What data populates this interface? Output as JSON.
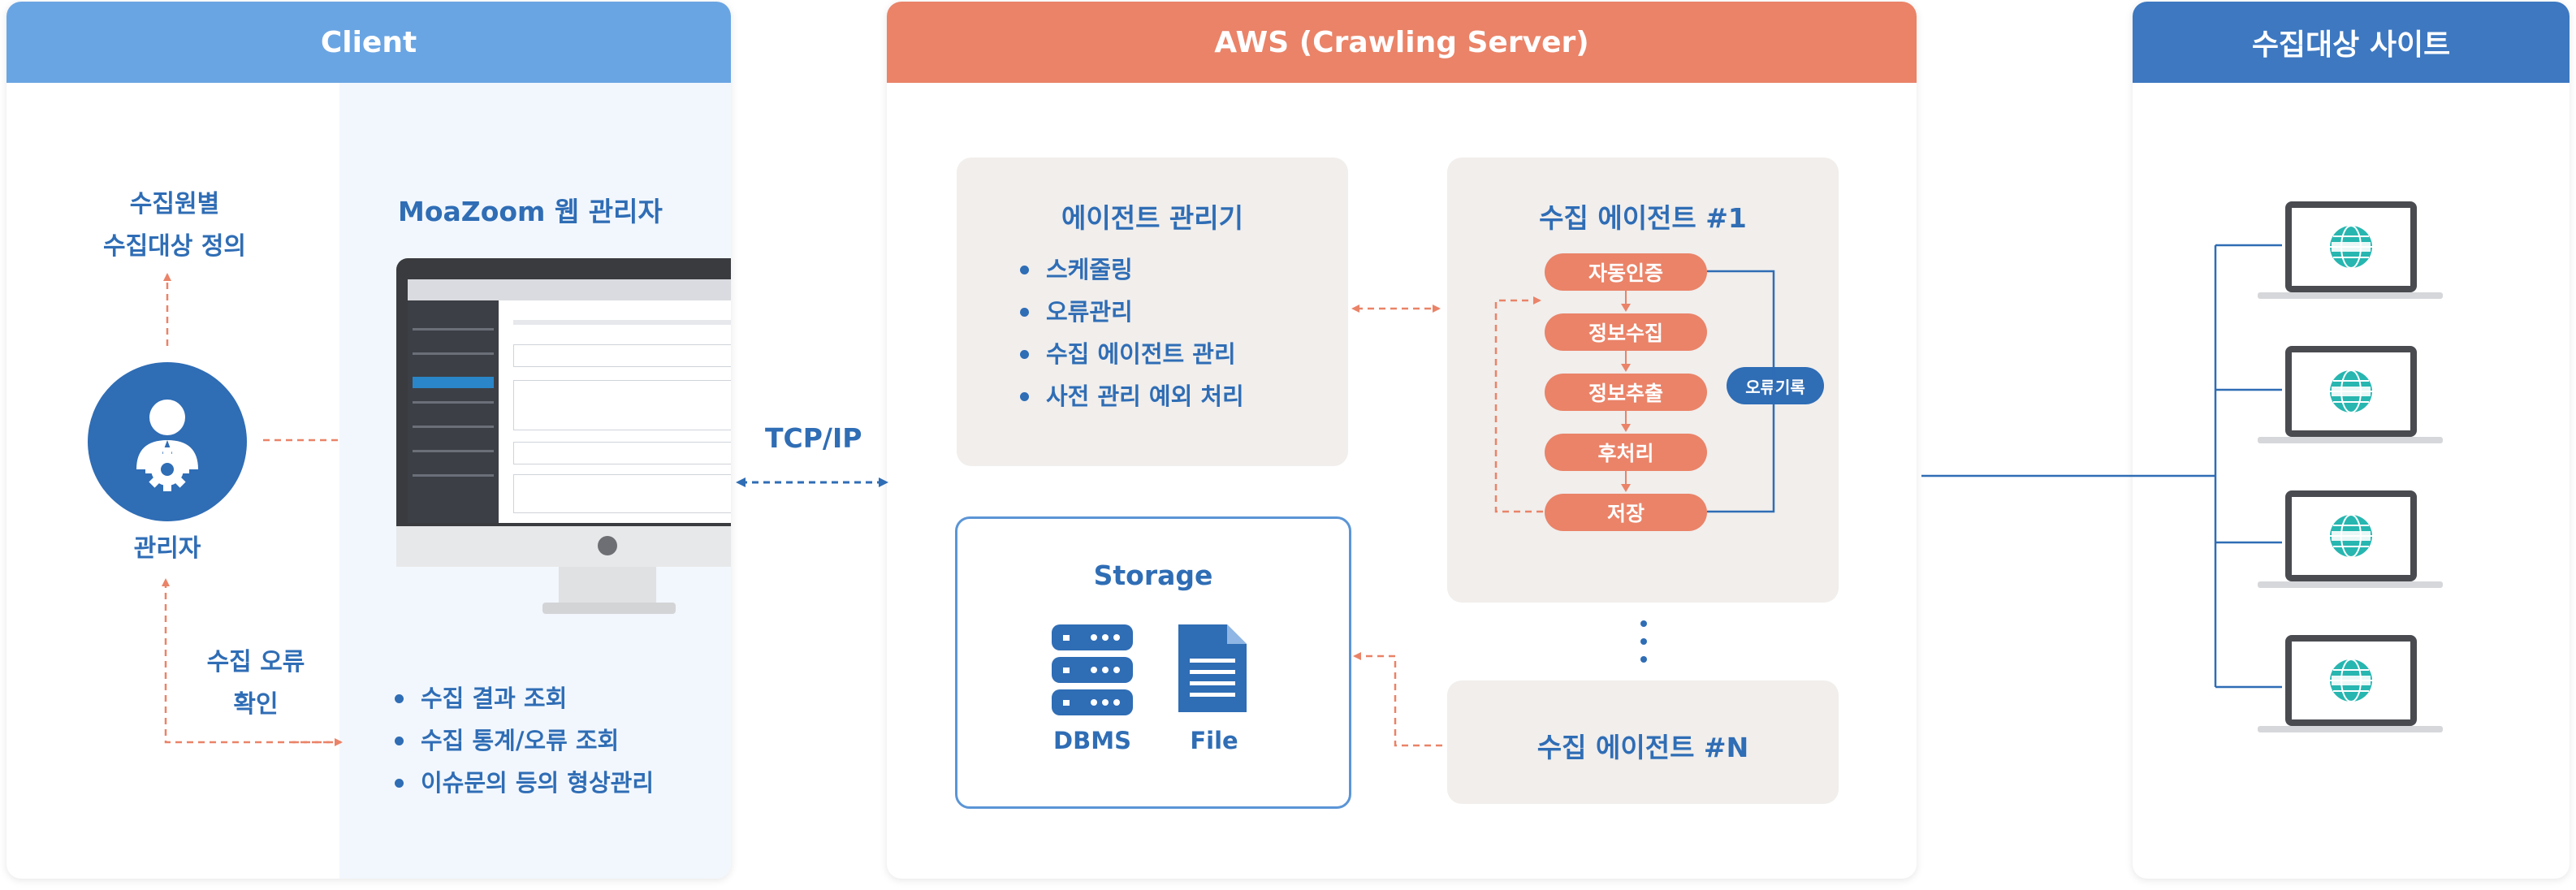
{
  "panels": {
    "client": {
      "title": "Client",
      "color": "#6aa5e3"
    },
    "aws": {
      "title": "AWS (Crawling Server)",
      "color": "#ea8368"
    },
    "targets": {
      "title": "수집대상 사이트",
      "color": "#3d78c1"
    }
  },
  "client": {
    "define_line1": "수집원별",
    "define_line2": "수집대상 정의",
    "admin_label": "관리자",
    "error_line1": "수집 오류",
    "error_line2": "확인",
    "web_admin_title": "MoaZoom 웹 관리자",
    "features": [
      "수집 결과 조회",
      "수집 통계/오류 조회",
      "이슈문의 등의 형상관리"
    ]
  },
  "connection": {
    "protocol": "TCP/IP"
  },
  "aws": {
    "agent_manager": {
      "title": "에이전트 관리기",
      "items": [
        "스케줄링",
        "오류관리",
        "수집 에이전트 관리",
        "사전 관리 예외 처리"
      ]
    },
    "agent1": {
      "title": "수집 에이전트 #1",
      "steps": [
        "자동인증",
        "정보수집",
        "정보추출",
        "후처리",
        "저장"
      ],
      "error_log": "오류기록"
    },
    "agentN": {
      "title": "수집 에이전트 #N"
    },
    "storage": {
      "title": "Storage",
      "dbms_label": "DBMS",
      "file_label": "File"
    }
  },
  "targets": {
    "site_count": 4
  }
}
